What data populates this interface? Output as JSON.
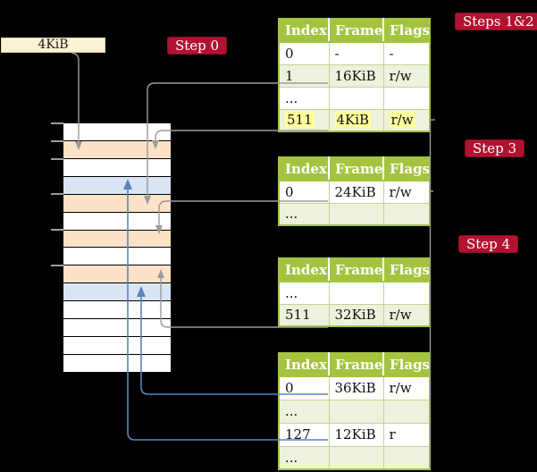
{
  "colors": {
    "bg": "#000000",
    "green": "#a4c43f",
    "row-shaded": "#edf2dc",
    "hl": "#ffff9e",
    "row-free": "#ffffff",
    "row-pt": "#fce3c7",
    "row-mapped": "#d9e5f5",
    "cream": "#fcf3d6",
    "badge": "#b11230",
    "gray": "#9b9b9b",
    "blue": "#5d83bb",
    "tick": "#9c9c9c"
  },
  "memory": {
    "frame_size_label": "4KiB",
    "rows": [
      "free",
      "page_table",
      "free",
      "mapped_page",
      "page_table",
      "free",
      "page_table",
      "free",
      "page_table",
      "mapped_page",
      "free",
      "free",
      "free",
      "free"
    ],
    "tick_count": 6
  },
  "step_labels": [
    {
      "text": "Step 0"
    },
    {
      "text": "Steps 1&2"
    },
    {
      "text": "Step 3"
    },
    {
      "text": "Step 4"
    }
  ],
  "tables": [
    {
      "id": "page-table-steps-1-2",
      "headers": [
        "Index",
        "Frame",
        "Flags"
      ],
      "rows": [
        {
          "cells": [
            "0",
            "-",
            "-"
          ],
          "shaded": false,
          "highlight": false
        },
        {
          "cells": [
            "1",
            "16KiB",
            "r/w"
          ],
          "shaded": true,
          "highlight": false
        },
        {
          "cells": [
            "...",
            "",
            ""
          ],
          "shaded": false,
          "highlight": false
        },
        {
          "cells": [
            "511",
            "4KiB",
            "r/w"
          ],
          "shaded": true,
          "highlight": true
        }
      ]
    },
    {
      "id": "page-table-step-3",
      "headers": [
        "Index",
        "Frame",
        "Flags"
      ],
      "rows": [
        {
          "cells": [
            "0",
            "24KiB",
            "r/w"
          ],
          "shaded": false,
          "highlight": false
        },
        {
          "cells": [
            "...",
            "",
            ""
          ],
          "shaded": true,
          "highlight": false
        }
      ]
    },
    {
      "id": "page-table-step-4",
      "headers": [
        "Index",
        "Frame",
        "Flags"
      ],
      "rows": [
        {
          "cells": [
            "...",
            "",
            ""
          ],
          "shaded": false,
          "highlight": false
        },
        {
          "cells": [
            "511",
            "32KiB",
            "r/w"
          ],
          "shaded": true,
          "highlight": false
        }
      ]
    },
    {
      "id": "page-table-final",
      "headers": [
        "Index",
        "Frame",
        "Flags"
      ],
      "rows": [
        {
          "cells": [
            "0",
            "36KiB",
            "r/w"
          ],
          "shaded": false,
          "highlight": false
        },
        {
          "cells": [
            "...",
            "",
            ""
          ],
          "shaded": true,
          "highlight": false
        },
        {
          "cells": [
            "127",
            "12KiB",
            "r"
          ],
          "shaded": false,
          "highlight": false
        },
        {
          "cells": [
            "...",
            "",
            ""
          ],
          "shaded": true,
          "highlight": false
        }
      ]
    }
  ],
  "connectors": [
    {
      "name": "arrow-4kib-label-to-frame-4kib",
      "from": "4KiB address label",
      "to": "orange frame row 2",
      "color": "gray"
    },
    {
      "name": "arrow-t1-entry1-to-frame-16kib",
      "from": "table steps1&2 entry 1 (16KiB)",
      "to": "orange frame row 5",
      "color": "gray"
    },
    {
      "name": "arrow-t1-entry511-to-frame-4kib",
      "from": "table steps1&2 entry 511 (4KiB)",
      "to": "orange frame row 2",
      "color": "gray"
    },
    {
      "name": "arrow-t2-entry0-to-frame-24kib",
      "from": "table step3 entry 0 (24KiB)",
      "to": "orange frame row 7",
      "color": "gray"
    },
    {
      "name": "arrow-t3-entry511-to-frame-32kib",
      "from": "table step4 entry 511 (32KiB)",
      "to": "orange frame row 9",
      "color": "gray"
    },
    {
      "name": "arrow-t4-entry0-to-frame-36kib",
      "from": "final table entry 0 (36KiB)",
      "to": "blue frame row 10",
      "color": "blue"
    },
    {
      "name": "arrow-t4-entry127-to-frame-12kib",
      "from": "final table entry 127 (12KiB)",
      "to": "blue frame row 4",
      "color": "blue"
    },
    {
      "name": "clipped-line-right-edge",
      "from": "table right side",
      "to": "clipped at figure edge",
      "color": "gray"
    }
  ]
}
